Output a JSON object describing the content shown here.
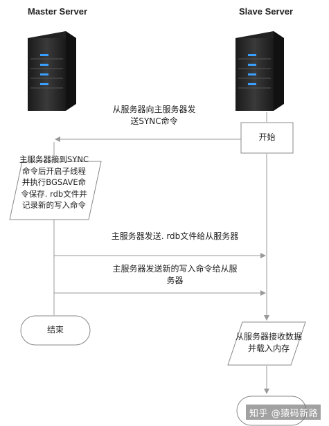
{
  "master": {
    "title": "Master Server"
  },
  "slave": {
    "title": "Slave Server"
  },
  "steps": {
    "slave_request": "从服务器向主服务器发送SYNC命令",
    "slave_start": "开始",
    "master_receive": "主服务器接到SYNC命令后开启子线程并执行BGSAVE命令保存. rdb文件并记录新的写入命令",
    "master_send_rdb": "主服务器发送. rdb文件给从服务器",
    "master_send_writes": "主服务器发送新的写入命令给从服务器",
    "master_end": "结束",
    "slave_load": "从服务器接收数据并载入内存"
  },
  "watermark": "知乎 @猿码新路",
  "colors": {
    "stroke": "#888888",
    "arrow": "#999999",
    "server_body": "#2a2a2a",
    "server_led": "#3aa0ff",
    "shape_fill": "#ffffff"
  },
  "icons": {
    "server": "server-tower-icon"
  }
}
